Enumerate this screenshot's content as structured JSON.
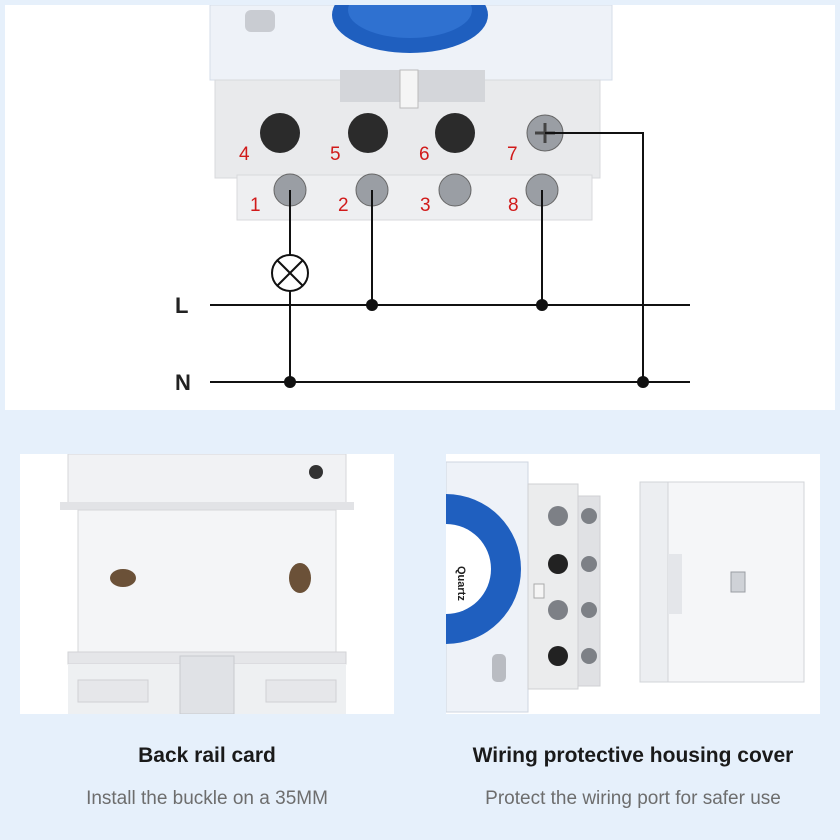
{
  "diagram": {
    "terminal_top_labels": [
      "4",
      "5",
      "6",
      "7"
    ],
    "terminal_bottom_labels": [
      "1",
      "2",
      "3",
      "8"
    ],
    "line_label": "L",
    "neutral_label": "N",
    "label_color": "#d11a1a",
    "wire_color": "#111111",
    "dial_color": "#1f5fbf"
  },
  "rail_card": {
    "title": "Back rail card",
    "subtitle": "Install the buckle on a 35MM"
  },
  "housing_cover": {
    "title": "Wiring protective housing cover",
    "subtitle": "Protect the wiring port for safer use",
    "dial_text": "Quartz"
  }
}
